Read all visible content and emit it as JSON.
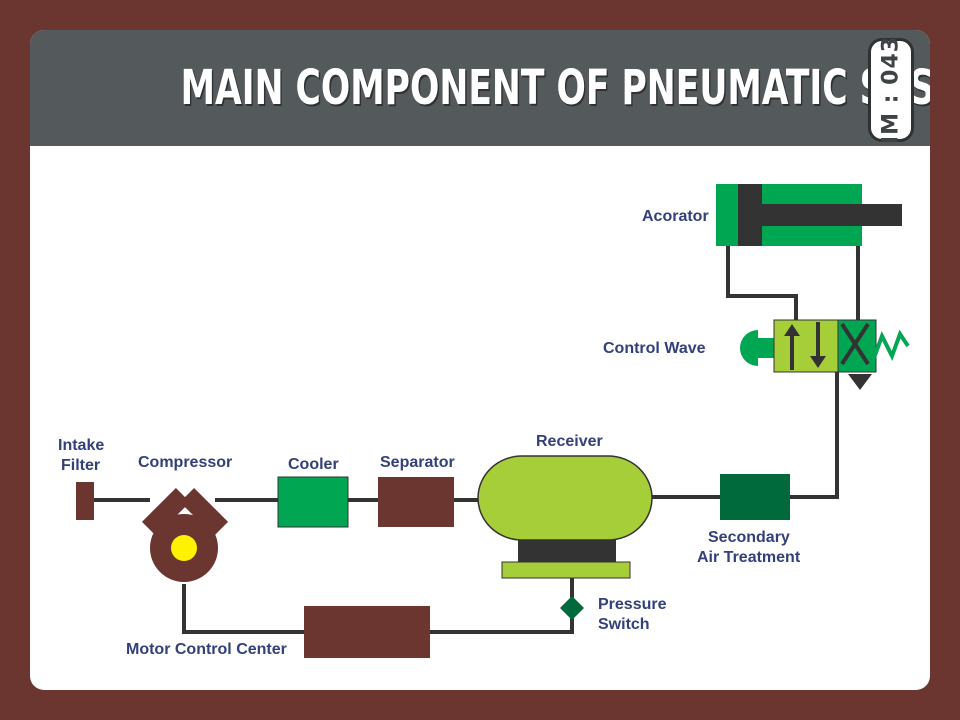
{
  "title": "MAIN COMPONENT OF PNEUMATIC SYSTEM",
  "code": "IM : 043",
  "colors": {
    "border": "#6b3530",
    "header": "#545a5c",
    "label": "#33407a",
    "brown": "#6b3530",
    "green": "#00a651",
    "lime": "#a6ce39",
    "dark_green": "#006a3d",
    "yellow": "#fff200",
    "dark": "#333333"
  },
  "labels": {
    "intake_filter": [
      "Intake",
      "Filter"
    ],
    "compressor": "Compressor",
    "cooler": "Cooler",
    "separator": "Separator",
    "receiver": "Receiver",
    "secondary_air_treatment": [
      "Secondary",
      "Air Treatment"
    ],
    "pressure_switch": [
      "Pressure",
      "Switch"
    ],
    "motor_control_center": "Motor Control Center",
    "control_wave": "Control Wave",
    "acorator": "Acorator"
  }
}
